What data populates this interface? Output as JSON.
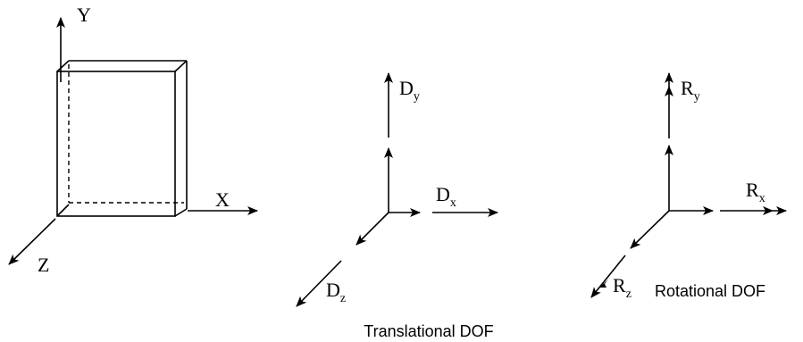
{
  "panel_1": {
    "axis_y": "Y",
    "axis_x": "X",
    "axis_z": "Z"
  },
  "panel_2": {
    "d_y": {
      "base": "D",
      "sub": "y"
    },
    "d_x": {
      "base": "D",
      "sub": "x"
    },
    "d_z": {
      "base": "D",
      "sub": "z"
    },
    "caption": "Translational DOF"
  },
  "panel_3": {
    "r_y": {
      "base": "R",
      "sub": "y"
    },
    "r_x": {
      "base": "R",
      "sub": "x"
    },
    "r_z": {
      "base": "R",
      "sub": "z"
    },
    "caption": "Rotational DOF"
  }
}
